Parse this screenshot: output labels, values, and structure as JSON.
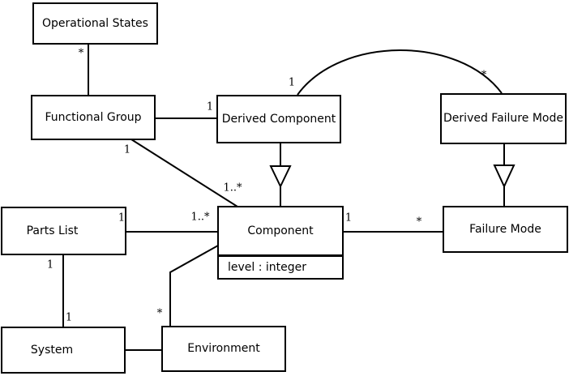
{
  "diagram": {
    "type": "uml-class-diagram",
    "colors": {
      "line": "#000000",
      "text": "#000000",
      "background": "#ffffff",
      "box_fill": "#ffffff"
    },
    "classes": [
      {
        "name": "Operational States"
      },
      {
        "name": "Functional Group"
      },
      {
        "name": "Derived Component"
      },
      {
        "name": "Derived Failure Mode"
      },
      {
        "name": "Parts List"
      },
      {
        "name": "Component",
        "attributes": [
          "level : integer"
        ]
      },
      {
        "name": "Failure Mode"
      },
      {
        "name": "System"
      },
      {
        "name": "Environment"
      }
    ],
    "relationships": [
      {
        "a": "Functional Group",
        "b": "Operational States",
        "type": "association",
        "label_b": "*"
      },
      {
        "a": "Functional Group",
        "b": "Derived Component",
        "type": "association",
        "label_b": "1"
      },
      {
        "a": "Functional Group",
        "b": "Component",
        "type": "association",
        "label_a": "1",
        "label_b": "1..*"
      },
      {
        "a": "Derived Component",
        "b": "Derived Failure Mode",
        "type": "association",
        "label_a": "1",
        "label_b": "*"
      },
      {
        "a": "Derived Component",
        "b": "Component",
        "type": "generalization"
      },
      {
        "a": "Derived Failure Mode",
        "b": "Failure Mode",
        "type": "generalization"
      },
      {
        "a": "Parts List",
        "b": "Component",
        "type": "association",
        "label_a": "1",
        "label_b": "1..*"
      },
      {
        "a": "Component",
        "b": "Failure Mode",
        "type": "association",
        "label_a": "1",
        "label_b": "*"
      },
      {
        "a": "Parts List",
        "b": "System",
        "type": "association",
        "label_a": "1",
        "label_b": "1"
      },
      {
        "a": "Component",
        "b": "Environment",
        "type": "association",
        "label_b": "*"
      },
      {
        "a": "System",
        "b": "Environment",
        "type": "association"
      }
    ]
  }
}
